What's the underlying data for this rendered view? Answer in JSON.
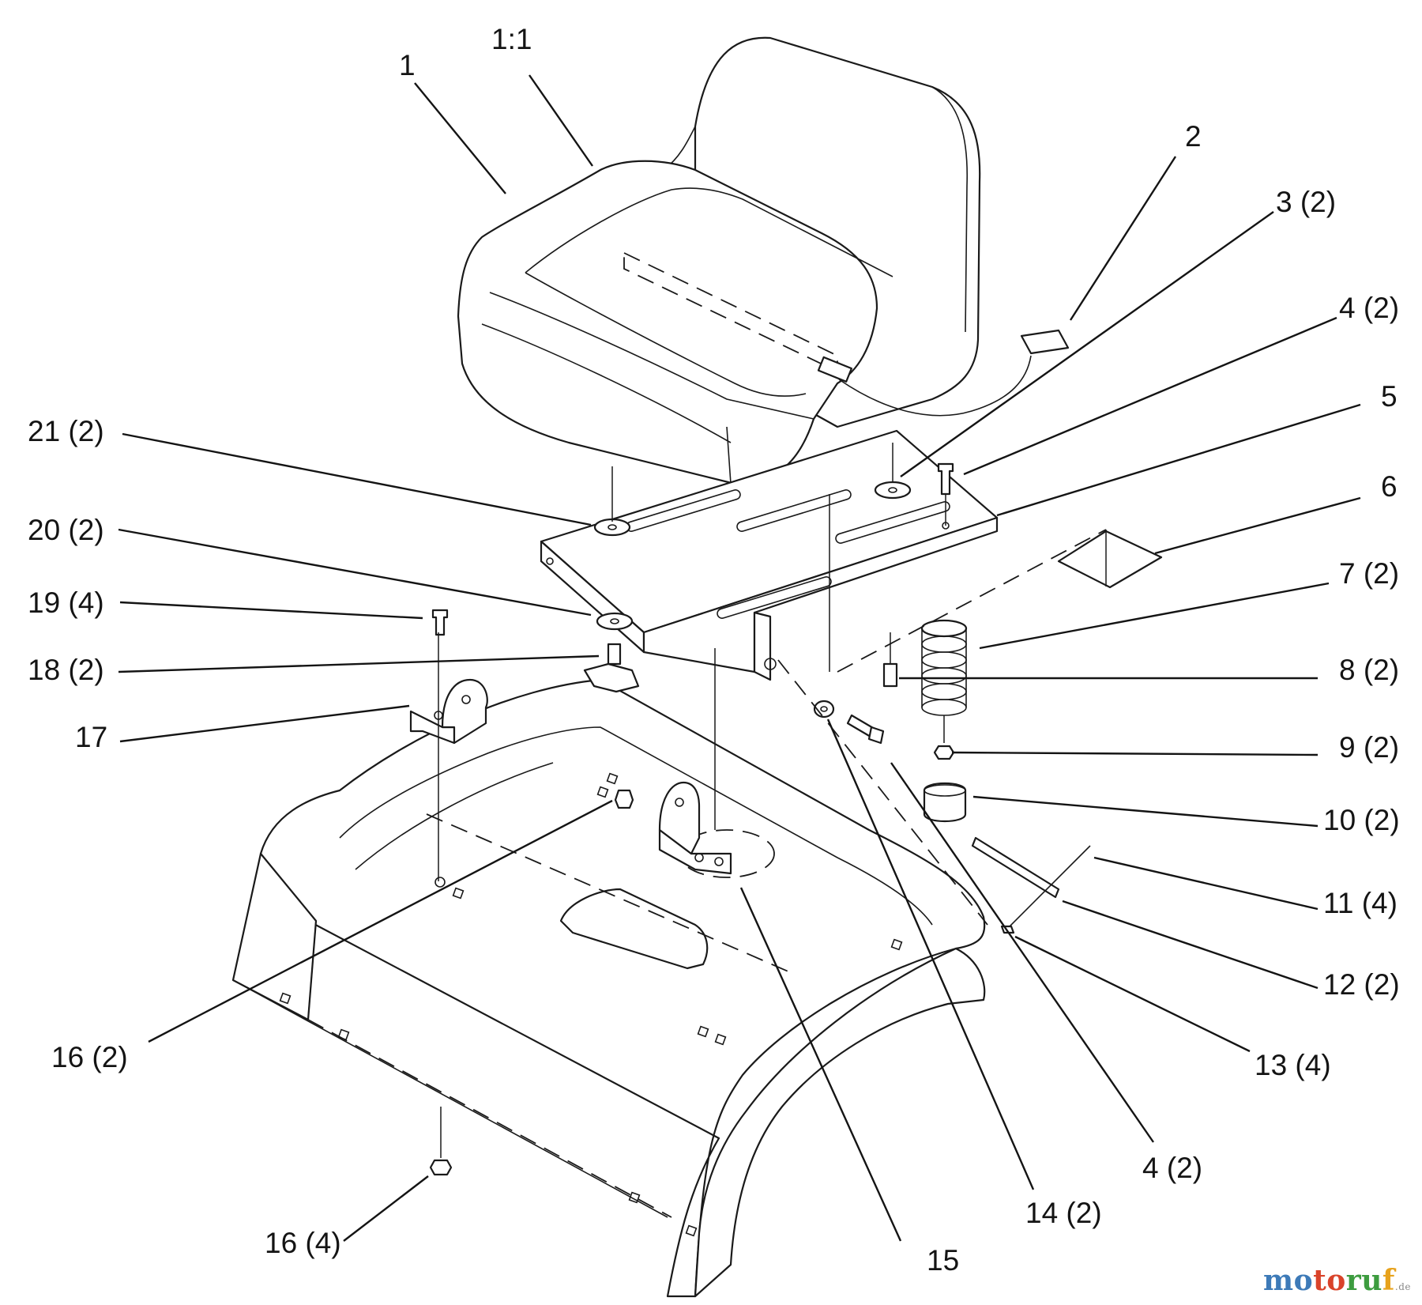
{
  "callouts": [
    {
      "id": "c-1",
      "text": "1"
    },
    {
      "id": "c-1-1",
      "text": "1:1"
    },
    {
      "id": "c-2",
      "text": "2"
    },
    {
      "id": "c-3",
      "text": "3 (2)"
    },
    {
      "id": "c-4a",
      "text": "4 (2)"
    },
    {
      "id": "c-5",
      "text": "5"
    },
    {
      "id": "c-6",
      "text": "6"
    },
    {
      "id": "c-7",
      "text": "7 (2)"
    },
    {
      "id": "c-8",
      "text": "8 (2)"
    },
    {
      "id": "c-9",
      "text": "9 (2)"
    },
    {
      "id": "c-10",
      "text": "10 (2)"
    },
    {
      "id": "c-11",
      "text": "11 (4)"
    },
    {
      "id": "c-12",
      "text": "12 (2)"
    },
    {
      "id": "c-13",
      "text": "13 (4)"
    },
    {
      "id": "c-4b",
      "text": "4 (2)"
    },
    {
      "id": "c-14",
      "text": "14 (2)"
    },
    {
      "id": "c-15",
      "text": "15"
    },
    {
      "id": "c-16a",
      "text": "16 (4)"
    },
    {
      "id": "c-16b",
      "text": "16 (2)"
    },
    {
      "id": "c-17",
      "text": "17"
    },
    {
      "id": "c-18",
      "text": "18 (2)"
    },
    {
      "id": "c-19",
      "text": "19 (4)"
    },
    {
      "id": "c-20",
      "text": "20 (2)"
    },
    {
      "id": "c-21",
      "text": "21 (2)"
    }
  ],
  "watermark": {
    "part1": "mo",
    "part2": "to",
    "part3": "ru",
    "part4": "f",
    "suffix": ".de"
  }
}
